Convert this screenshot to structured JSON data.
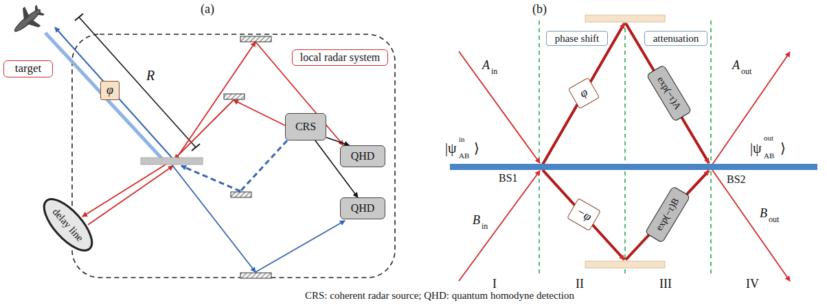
{
  "diagram": {
    "caption": "CRS: coherent radar source; QHD: quantum homodyne detection",
    "nodes": [
      {
        "text": [
          "target"
        ]
      },
      {
        "text": [
          "local radar system"
        ]
      },
      {
        "text": [
          "φ"
        ]
      },
      {
        "text": [
          "delay line"
        ]
      },
      {
        "text": [
          "CRS"
        ]
      },
      {
        "text": [
          "QHD"
        ]
      },
      {
        "text": [
          "QHD"
        ]
      },
      {
        "text": [
          "phase shift"
        ]
      },
      {
        "text": [
          "attenuation"
        ]
      },
      {
        "text": [
          "φ"
        ]
      },
      {
        "text": [
          "−φ"
        ]
      },
      {
        "text": [
          "exp(−τ)A"
        ]
      },
      {
        "text": [
          "exp(−τ)B"
        ]
      }
    ],
    "edges": [
      {
        "from": 4,
        "to": 5,
        "arrow": "to"
      },
      {
        "from": 4,
        "to": 6,
        "arrow": "to"
      }
    ],
    "labels": [
      "(a)",
      "R",
      "(b)",
      "A",
      "in",
      "B",
      "in",
      "A",
      "out",
      "B",
      "out",
      "|ψ",
      "AB",
      "in",
      "⟩",
      "|ψ",
      "AB",
      "out",
      "⟩",
      "BS1",
      "BS2",
      "I",
      "II",
      "III",
      "IV"
    ]
  }
}
